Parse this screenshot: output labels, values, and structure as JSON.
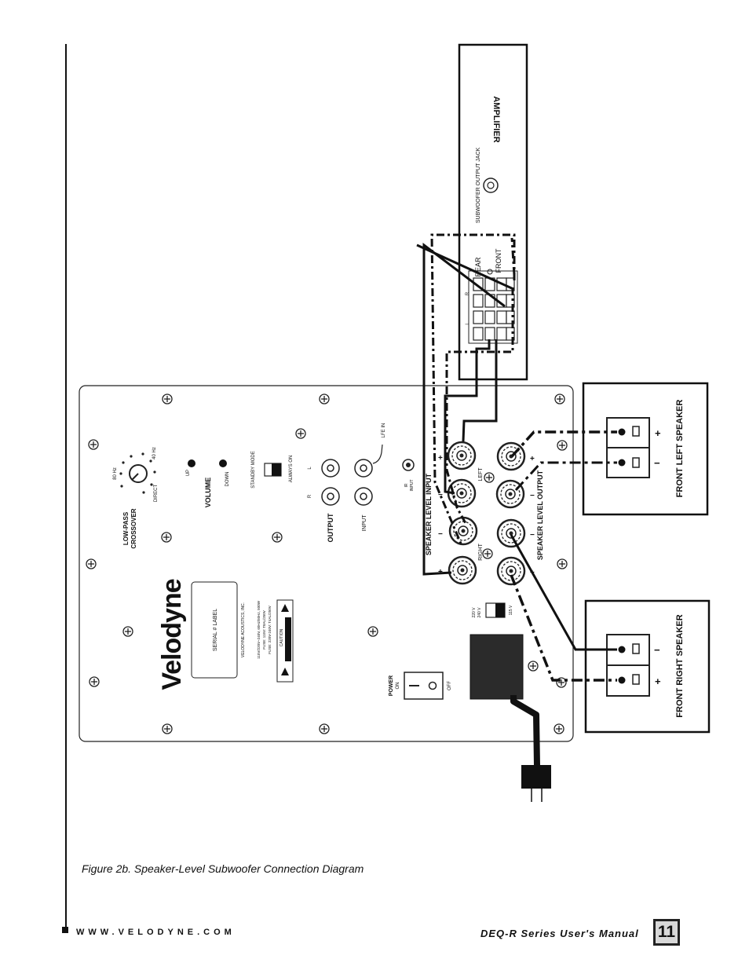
{
  "figure_caption": "Figure 2b. Speaker-Level Subwoofer Connection Diagram",
  "footer": {
    "website": "WWW.VELODYNE.COM",
    "manual_title": "DEQ-R Series User's Manual",
    "page_number": "11"
  },
  "amplifier": {
    "title": "AMPLIFIER",
    "sub_jack_label": "SUBWOOFER OUTPUT JACK",
    "rear_label": "REAR",
    "front_label": "FRONT",
    "left_short": "L",
    "right_short": "R"
  },
  "speakers": {
    "front_left": "FRONT LEFT SPEAKER",
    "front_right": "FRONT RIGHT SPEAKER",
    "plus": "+",
    "minus": "−"
  },
  "panel": {
    "brand": "Velodyne",
    "crossover_title_1": "LOW-PASS",
    "crossover_title_2": "CROSSOVER",
    "freq_80": "80 Hz",
    "freq_40": "40 Hz",
    "direct": "DIRECT",
    "volume": "VOLUME",
    "up": "UP",
    "down": "DOWN",
    "standby_mode": "STANDBY MODE",
    "always_on": "ALWAYS ON",
    "output": "OUTPUT",
    "input": "INPUT",
    "lfe_in": "LFE IN",
    "ir_input_1": "IR",
    "ir_input_2": "INPUT",
    "r": "R",
    "l": "L",
    "serial_label": "SERIAL # LABEL",
    "company": "VELODYNE ACOUSTICS, INC.",
    "rating_1": "115V/220V~240V, 60Hz/50Hz, 500W",
    "rating_2": "FUSE: 115V: T8AL/250V",
    "rating_3": "FUSE: 220V-240V: T4AL/250V",
    "caution": "CAUTION",
    "speaker_level_input": "SPEAKER LEVEL INPUT",
    "speaker_level_output": "SPEAKER LEVEL OUTPUT",
    "left": "LEFT",
    "right": "RIGHT",
    "plus": "+",
    "minus": "−",
    "v220": "220 V",
    "v240": "240 V",
    "v115": "115 V",
    "power": "POWER",
    "on": "ON",
    "off": "OFF"
  }
}
